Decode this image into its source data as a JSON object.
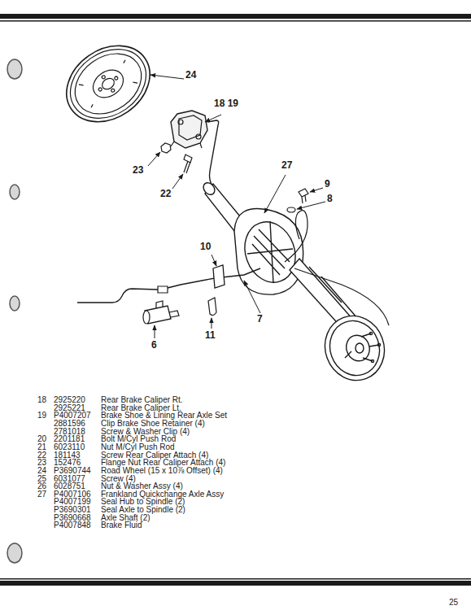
{
  "diagram": {
    "labels": [
      "24",
      "18 19",
      "23",
      "22",
      "27",
      "9",
      "8",
      "10",
      "7",
      "11",
      "6",
      "18",
      "2925220",
      "Rear Brake Caliper Rt.",
      "2925221",
      "Rear Brake Caliper Lt.",
      "19",
      "P4007207",
      "Brake Shoe & Lining Rear Axle Set",
      "2881596",
      "Clip Brake Shoe Retainer (4)",
      "2781018",
      "Screw & Washer Clip (4)",
      "20",
      "2201181",
      "Bolt M/Cyl Push Rod",
      "21",
      "6023110",
      "Nut M/Cyl Push Rod",
      "22",
      "181143",
      "Screw Rear Caliper Attach (4)",
      "23",
      "152476",
      "Flange Nut Rear Caliper Attach (4)",
      "24",
      "P3690744",
      "Road Wheel (15 x 10⅞ Offset) (4)",
      "25",
      "6031077",
      "Screw (4)",
      "26",
      "6028751",
      "Nut & Washer Assy (4)",
      "27",
      "P4007106",
      "Frankland Quickchange Axle Assy",
      "P4007199",
      "Seal Hub to Spindle (2)",
      "P3690301",
      "Seal Axle to Spindle (2)",
      "P3690668",
      "Axle Shaft (2)",
      "P4007848",
      "Brake Fluid",
      "25"
    ]
  }
}
